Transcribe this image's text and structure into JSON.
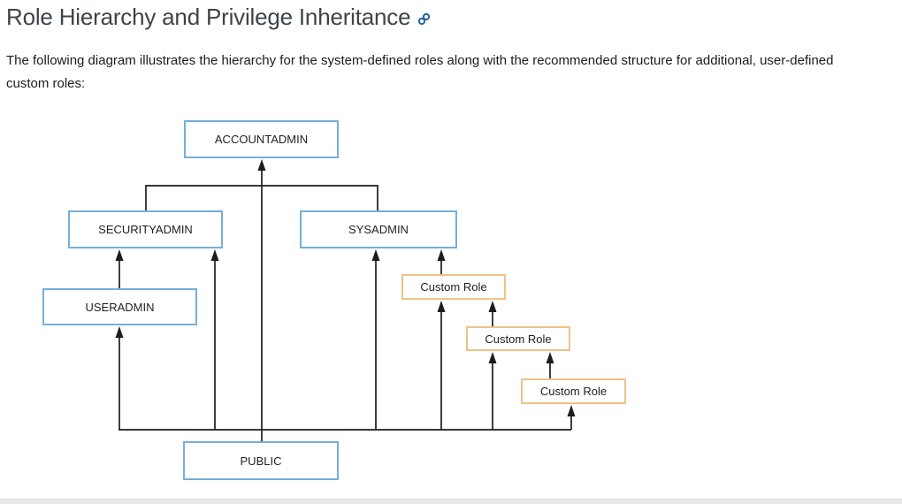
{
  "page": {
    "title": "Role Hierarchy and Privilege Inheritance",
    "intro": "The following diagram illustrates the hierarchy for the system-defined roles along with the recommended structure for additional, user-defined custom roles:"
  },
  "diagram": {
    "nodes": [
      {
        "id": "accountadmin",
        "label": "ACCOUNTADMIN",
        "type": "system-role"
      },
      {
        "id": "securityadmin",
        "label": "SECURITYADMIN",
        "type": "system-role"
      },
      {
        "id": "sysadmin",
        "label": "SYSADMIN",
        "type": "system-role"
      },
      {
        "id": "useradmin",
        "label": "USERADMIN",
        "type": "system-role"
      },
      {
        "id": "custom-role-1",
        "label": "Custom Role",
        "type": "custom-role"
      },
      {
        "id": "custom-role-2",
        "label": "Custom Role",
        "type": "custom-role"
      },
      {
        "id": "custom-role-3",
        "label": "Custom Role",
        "type": "custom-role"
      },
      {
        "id": "public",
        "label": "PUBLIC",
        "type": "system-role"
      }
    ],
    "edges": [
      {
        "from": "securityadmin",
        "to": "accountadmin"
      },
      {
        "from": "sysadmin",
        "to": "accountadmin"
      },
      {
        "from": "useradmin",
        "to": "securityadmin"
      },
      {
        "from": "custom-role-1",
        "to": "sysadmin"
      },
      {
        "from": "custom-role-2",
        "to": "custom-role-1"
      },
      {
        "from": "custom-role-3",
        "to": "custom-role-2"
      },
      {
        "from": "public",
        "to": "accountadmin"
      },
      {
        "from": "public",
        "to": "useradmin"
      },
      {
        "from": "public",
        "to": "securityadmin"
      },
      {
        "from": "public",
        "to": "sysadmin"
      },
      {
        "from": "public",
        "to": "custom-role-1"
      },
      {
        "from": "public",
        "to": "custom-role-2"
      },
      {
        "from": "public",
        "to": "custom-role-3"
      }
    ]
  },
  "colors": {
    "system_role_border": "#74afd9",
    "custom_role_border": "#f0c189",
    "wire": "#1c1c1c",
    "title_text": "#3e4449",
    "permalink_icon": "#2a6496",
    "divider": "#e9e9e9"
  }
}
